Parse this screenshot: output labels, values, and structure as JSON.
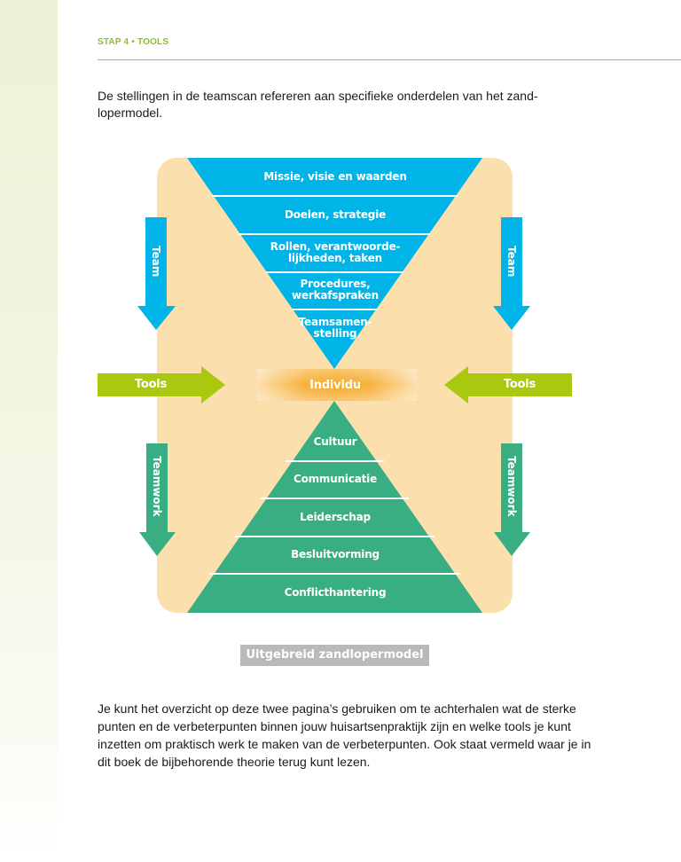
{
  "page": {
    "running_head": "STAP 4 • TOOLS",
    "intro": "De stellingen in de teamscan refereren aan specifieke onderdelen van het zand-\nlopermodel.",
    "body": "Je kunt het overzicht op deze  twee pagina’s gebruiken om te achterhalen wat de sterke punten en de verbeterpunten binnen jouw huisartsenpraktijk zijn en welke tools je kunt inzetten om praktisch werk te maken van de verbeterpunten. Ook staat vermeld waar je in dit boek de bijbehorende theorie terug kunt lezen."
  },
  "diagram": {
    "colors": {
      "background": "#fbdfad",
      "top_triangle": "#00b4e8",
      "bottom_triangle": "#39ae82",
      "tools_arrow": "#a9c80f",
      "individu": "#f6a823"
    },
    "top_layers": [
      "Missie, visie en waarden",
      "Doelen, strategie",
      "Rollen, verantwoorde-\nlijkheden, taken",
      "Procedures,\nwerkafspraken",
      "Teamsamen-\nstelling"
    ],
    "center": "Individu",
    "bottom_layers": [
      "Cultuur",
      "Communicatie",
      "Leiderschap",
      "Besluitvorming",
      "Conflicthantering"
    ],
    "arrows": {
      "team_left": "Team",
      "team_right": "Team",
      "tools_left": "Tools",
      "tools_right": "Tools",
      "teamwork_left": "Teamwork",
      "teamwork_right": "Teamwork"
    },
    "caption": "Uitgebreid zandlopermodel"
  }
}
